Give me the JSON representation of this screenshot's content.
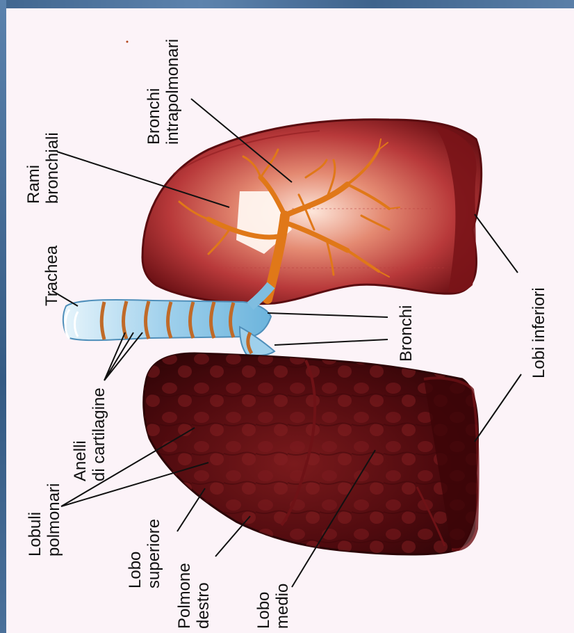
{
  "labels": {
    "rami_bronchiali": [
      "Rami",
      "bronchiali"
    ],
    "bronchi_intrapolmonari": [
      "Bronchi",
      "intrapolmonari"
    ],
    "trachea": [
      "Trachea"
    ],
    "bronchi": [
      "Bronchi"
    ],
    "lobi_inferiori": [
      "Lobi inferiori"
    ],
    "anelli_cartilagine": [
      "Anelli",
      "di cartilagine"
    ],
    "lobuli_polmonari": [
      "Lobuli",
      "polmonari"
    ],
    "lobo_superiore": [
      "Lobo",
      "superiore"
    ],
    "polmone_destro": [
      "Polmone",
      "destro"
    ],
    "lobo_medio": [
      "Lobo",
      "medio"
    ]
  },
  "colors": {
    "background": "#fcf3f8",
    "frame": "#3f6590",
    "lung_upper": "#a8302c",
    "lung_lower": "#5a0d10",
    "bronchial_tree": "#e07818",
    "trachea": "#a9d6ee",
    "cartilage_rings": "#c06a28"
  }
}
